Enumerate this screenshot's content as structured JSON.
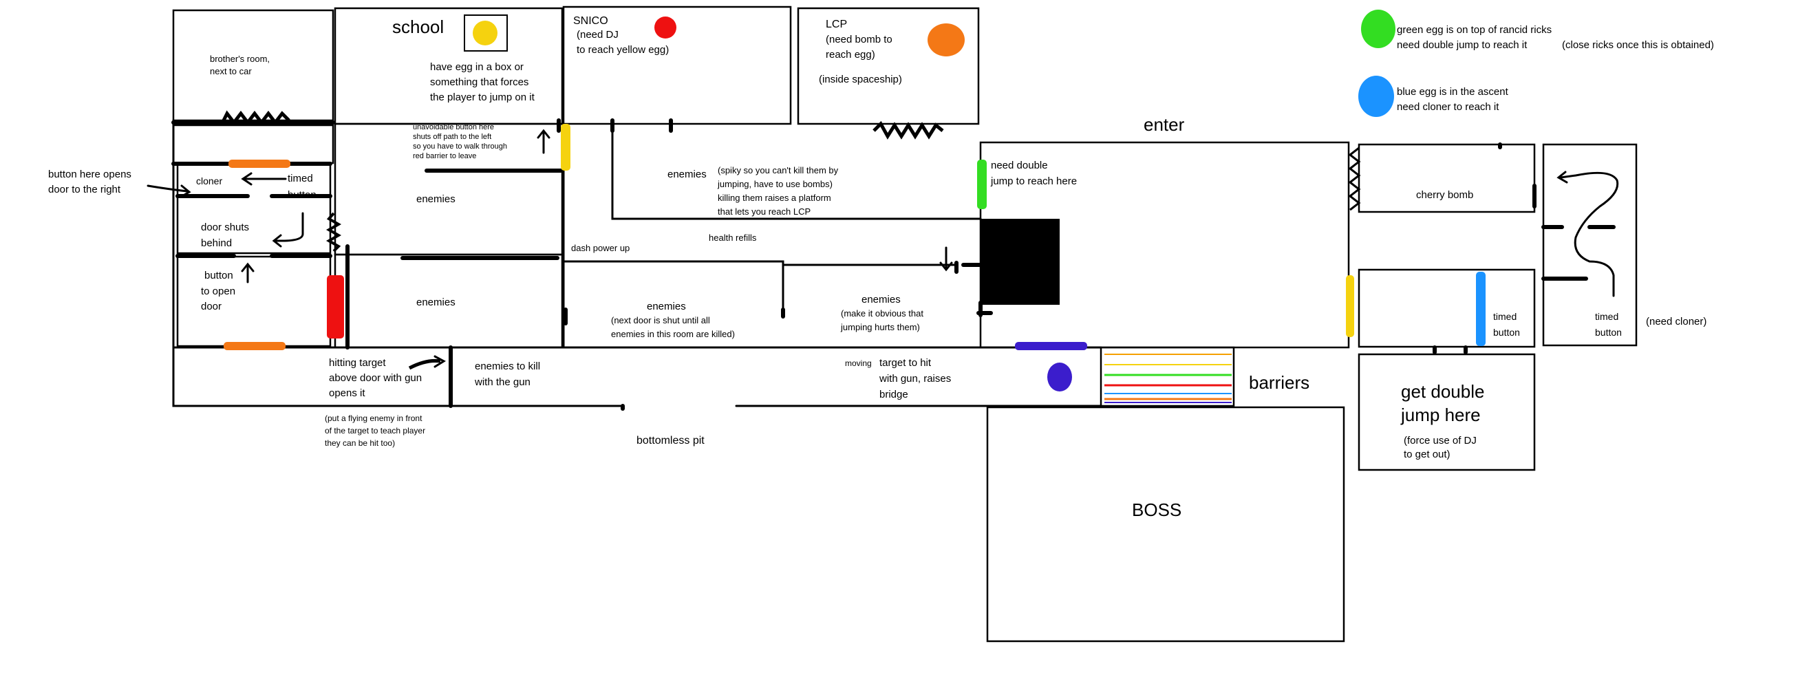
{
  "colors": {
    "yellow": "#f5d20f",
    "red": "#ee1111",
    "orange": "#f47816",
    "green": "#33dd22",
    "blue": "#1b93ff",
    "purple": "#3b1dcc",
    "black": "#000000"
  },
  "rooms": {
    "brothers_room": "brother's room, next to car",
    "school": "school",
    "school_egg_note": "have egg in a box or something that forces the player to jump on it",
    "unavoidable_button": "unavoidable button here shuts off path to the left so you have to walk through red barrier to leave",
    "snico_title": "SNICO",
    "snico_note": "(need DJ to reach yellow egg)",
    "lcp_title": "LCP",
    "lcp_note": "(need bomb to reach egg)",
    "lcp_inside": "(inside spaceship)",
    "enter": "enter",
    "need_double_jump": "need double jump to reach here",
    "cherry_bomb": "cherry bomb",
    "timed_button": "timed button",
    "need_cloner": "(need cloner)",
    "get_double_jump": "get double jump here",
    "force_dj": "(force use of DJ to get out)",
    "barriers": "barriers",
    "boss": "BOSS",
    "bottomless_pit": "bottomless pit"
  },
  "left_area": {
    "button_opens_door": "button here opens door to the right",
    "cloner": "cloner",
    "timed_button": "timed button",
    "door_shuts_behind": "door shuts behind",
    "button_to_open_door": "button to open door",
    "hitting_target": "hitting target above door with gun opens it",
    "flying_enemy_note": "(put a flying enemy in front of the target to teach player they can be hit too)",
    "enemies_to_kill": "enemies to kill with the gun"
  },
  "middle_area": {
    "enemies": "enemies",
    "enemies_spiky_label": "enemies",
    "enemies_spiky_note": "(spiky so you can't kill them by jumping, have to use bombs) killing them raises a platform that lets you reach LCP",
    "health_refills": "health refills",
    "dash_power_up": "dash power up",
    "enemies_next_door_note": "(next door is shut until all enemies in this room are killed)",
    "enemies_obvious_note": "(make it obvious that jumping hurts them)",
    "moving_target": "moving target to hit with gun, raises bridge"
  },
  "legend": {
    "green_egg": "green egg is on top of rancid ricks need double jump to reach it",
    "green_egg_extra": "(close ricks once this is obtained)",
    "blue_egg": "blue egg is in the ascent need cloner to reach it"
  },
  "icons": [
    "spring-icon",
    "arrow-icon",
    "spikes-icon",
    "egg-icon",
    "target-icon"
  ]
}
